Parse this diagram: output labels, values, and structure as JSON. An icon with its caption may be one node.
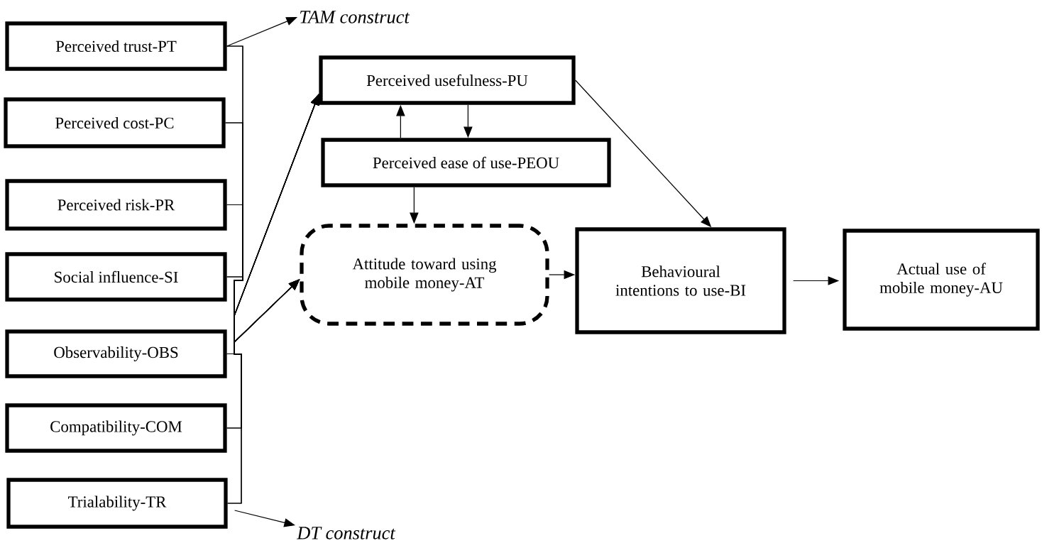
{
  "diagram": {
    "nodes": [
      {
        "text": [
          "Perceived trust-PT"
        ]
      },
      {
        "text": [
          "Perceived cost-PC"
        ]
      },
      {
        "text": [
          "Perceived risk-PR"
        ]
      },
      {
        "text": [
          "Social influence-SI"
        ]
      },
      {
        "text": [
          "Observability-OBS"
        ]
      },
      {
        "text": [
          "Compatibility-COM"
        ]
      },
      {
        "text": [
          "Trialability-TR"
        ]
      },
      {
        "text": [
          "Perceived usefulness-PU"
        ]
      },
      {
        "text": [
          "Perceived ease of use-PEOU"
        ]
      },
      {
        "text": [
          "Attitude toward using mobile money-AT"
        ]
      },
      {
        "text": [
          "Behavioural intentions to use-BI"
        ]
      },
      {
        "text": [
          "Actual use of mobile money-AU"
        ]
      },
      {
        "text": [
          "TAM construct"
        ]
      },
      {
        "text": [
          "DT construct"
        ]
      }
    ],
    "edges": [
      {
        "from": 0,
        "to": 7,
        "arrow": "to"
      },
      {
        "from": 1,
        "to": 7,
        "arrow": "to"
      },
      {
        "from": 2,
        "to": 7,
        "arrow": "to"
      },
      {
        "from": 3,
        "to": 7,
        "arrow": "to"
      },
      {
        "from": 4,
        "to": 7,
        "arrow": "to"
      },
      {
        "from": 5,
        "to": 7,
        "arrow": "to"
      },
      {
        "from": 6,
        "to": 7,
        "arrow": "to"
      },
      {
        "from": 0,
        "to": 9,
        "arrow": "to"
      },
      {
        "from": 1,
        "to": 9,
        "arrow": "to"
      },
      {
        "from": 2,
        "to": 9,
        "arrow": "to"
      },
      {
        "from": 3,
        "to": 9,
        "arrow": "to"
      },
      {
        "from": 4,
        "to": 9,
        "arrow": "to"
      },
      {
        "from": 5,
        "to": 9,
        "arrow": "to"
      },
      {
        "from": 6,
        "to": 9,
        "arrow": "to"
      },
      {
        "from": 8,
        "to": 7,
        "arrow": "to"
      },
      {
        "from": 7,
        "to": 8,
        "arrow": "to"
      },
      {
        "from": 8,
        "to": 9,
        "arrow": "to"
      },
      {
        "from": 9,
        "to": 10,
        "arrow": "to"
      },
      {
        "from": 7,
        "to": 10,
        "arrow": "to"
      },
      {
        "from": 10,
        "to": 11,
        "arrow": "to"
      },
      {
        "from": 0,
        "to": 12,
        "arrow": "to"
      },
      {
        "from": 6,
        "to": 13,
        "arrow": "to"
      }
    ]
  }
}
